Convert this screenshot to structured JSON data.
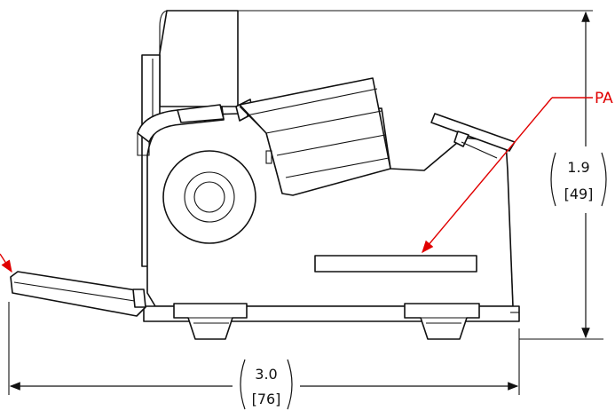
{
  "drawing": {
    "dimensions": {
      "height": {
        "inch": "1.9",
        "mm": "[49]"
      },
      "width": {
        "inch": "3.0",
        "mm": "[76]"
      }
    },
    "callouts": {
      "right_label": "PA",
      "left_arrow_label": ""
    },
    "colors": {
      "line": "#111111",
      "callout": "#e00000",
      "background": "#ffffff"
    }
  }
}
